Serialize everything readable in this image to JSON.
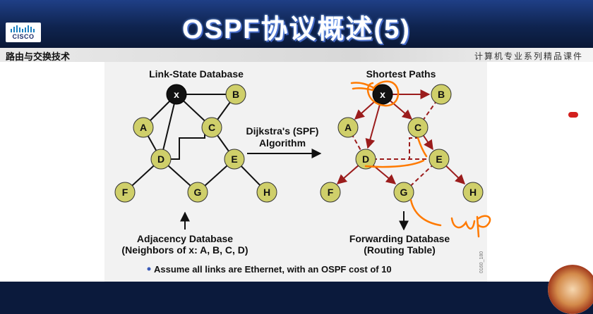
{
  "header": {
    "title": "OSPF协议概述(5)",
    "logo_text": "CISCO",
    "course_left": "路由与交换技术",
    "course_right": "计算机专业系列精品课件"
  },
  "diagram": {
    "left_title": "Link-State Database",
    "right_title": "Shortest Paths",
    "algo_line1": "Dijkstra's (SPF)",
    "algo_line2": "Algorithm",
    "adj_line1": "Adjacency Database",
    "adj_line2": "(Neighbors of x: A, B, C, D)",
    "fwd_line1": "Forwarding Database",
    "fwd_line2": "(Routing Table)",
    "footnote": "Assume all links are Ethernet, with an OSPF cost of 10",
    "side_code": "0160_180",
    "annotation": "up",
    "nodes": {
      "x": "x",
      "A": "A",
      "B": "B",
      "C": "C",
      "D": "D",
      "E": "E",
      "F": "F",
      "G": "G",
      "H": "H"
    },
    "colors": {
      "node_fill": "#cfcf6a",
      "root_fill": "#111111",
      "tree_link": "#9b1c1c",
      "pen": "#ff7a00"
    }
  }
}
